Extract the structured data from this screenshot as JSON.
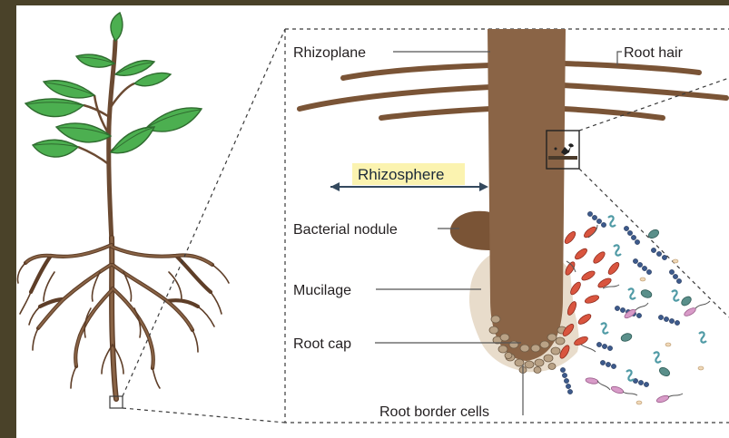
{
  "labels": {
    "rhizoplane": "Rhizoplane",
    "root_hair": "Root hair",
    "rhizosphere": "Rhizosphere",
    "bacterial_nodule": "Bacterial nodule",
    "mucilage": "Mucilage",
    "root_cap": "Root cap",
    "root_border_cells": "Root border cells"
  },
  "colors": {
    "frame_background": "#4a4229",
    "root_brown": "#8a6446",
    "root_dark": "#5e3e28",
    "leaf_green": "#4caf50",
    "leaf_dark": "#2f6b2f",
    "mucilage_beige": "#e8dccb",
    "rhizosphere_highlight": "#fbf3b0",
    "arrow_navy": "#34495e",
    "bacteria_red": "#d9553f",
    "bacteria_blue": "#3d5a8c",
    "bacteria_teal": "#6fb4bd",
    "bacteria_pink": "#d89bc8"
  }
}
